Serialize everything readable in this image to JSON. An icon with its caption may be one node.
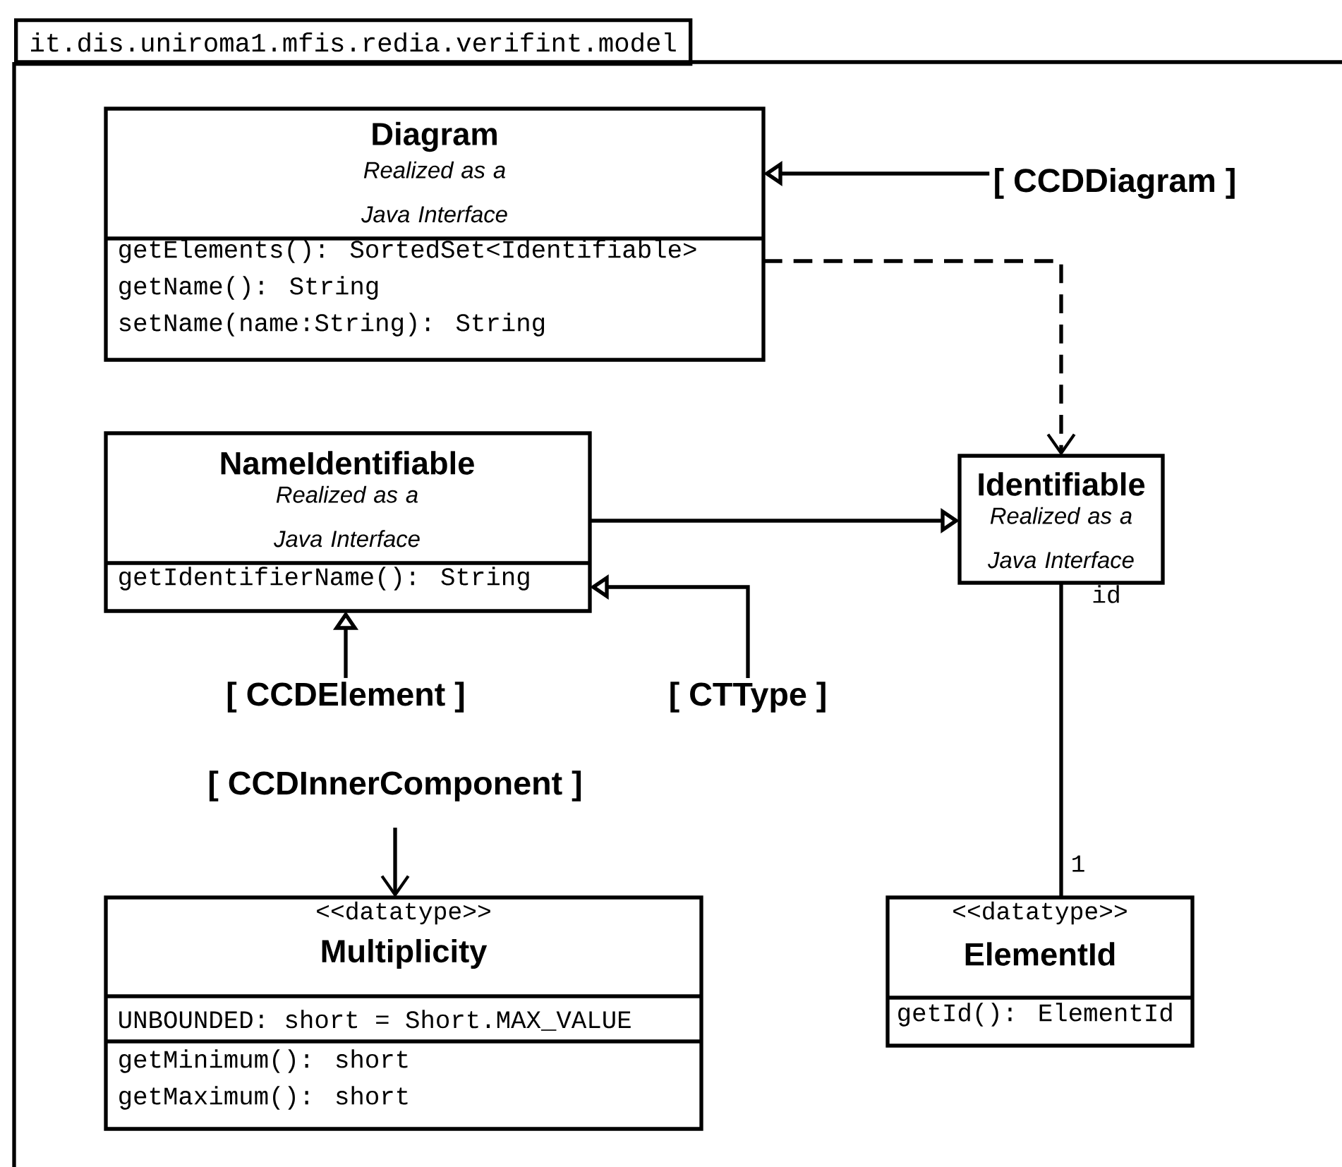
{
  "diagram": {
    "nodes": [
      {
        "text": [
          "it.dis.uniroma1.mfis.redia.verifint.model"
        ]
      },
      {
        "text": [
          "Diagram",
          "Realized as a Java Interface",
          "getElements(): SortedSet<Identifiable>",
          "getName(): String",
          "setName(name:String): String"
        ],
        "in": 0
      },
      {
        "text": [
          "[ CCDDiagram ]"
        ],
        "in": 0
      },
      {
        "text": [
          "NameIdentifiable",
          "Realized as a Java Interface",
          "getIdentifierName(): String"
        ],
        "in": 0
      },
      {
        "text": [
          "Identifiable",
          "Realized as a Java Interface"
        ],
        "in": 0,
        "beside": [
          "id"
        ]
      },
      {
        "text": [
          "[ CCDElement ]"
        ],
        "in": 0
      },
      {
        "text": [
          "[ CTType ]"
        ],
        "in": 0
      },
      {
        "text": [
          "[ CCDInnerComponent ]"
        ],
        "in": 0
      },
      {
        "text": [
          "<<datatype>>",
          "Multiplicity",
          "UNBOUNDED: short = Short.MAX_VALUE",
          "getMinimum(): short",
          "getMaximum(): short"
        ],
        "in": 0
      },
      {
        "text": [
          "<<datatype>>",
          "ElementId",
          "getId(): ElementId"
        ],
        "in": 0,
        "beside": [
          "1"
        ]
      }
    ],
    "edges": [
      {
        "from": 2,
        "to": 1,
        "arrow": "to"
      },
      {
        "from": 1,
        "to": 4,
        "arrow": "to",
        "style": "dashed"
      },
      {
        "from": 3,
        "to": 4,
        "arrow": "to"
      },
      {
        "from": 5,
        "to": 3,
        "arrow": "to"
      },
      {
        "from": 6,
        "to": 3,
        "arrow": "to"
      },
      {
        "from": 7,
        "to": 8,
        "arrow": "to"
      },
      {
        "from": 4,
        "to": 9,
        "arrow": "none"
      }
    ]
  }
}
